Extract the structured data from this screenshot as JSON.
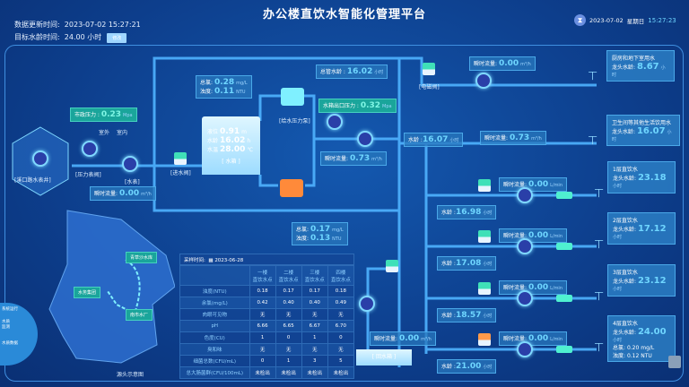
{
  "header": {
    "title": "办公楼直饮水智能化管理平台",
    "update_label": "数据更新时间:",
    "update_time": "2023-07-02 15:27:21",
    "target_label": "目标水龄时间:",
    "target_value": "24.00 小时",
    "set_button": "修改",
    "date": "2023-07-02",
    "weekday": "星期日",
    "clock": "15:27:23"
  },
  "left": {
    "city_pressure_label": "市政压力 :",
    "city_pressure": "0.23",
    "city_pressure_unit": "Mpa",
    "outdoor": "室外",
    "indoor": "室内",
    "meter_well": "[溪口路水表井]",
    "pressure_valve": "[压力表阀]",
    "water_meter": "[水表]",
    "inlet_valve": "[进水阀]",
    "flow_label": "瞬时流量:",
    "flow": "0.00",
    "flow_unit": "m³/h"
  },
  "tank": {
    "chlorine_label": "总氯:",
    "chlorine": "0.28",
    "chlorine_unit": "mg/L",
    "turbidity_label": "浊度:",
    "turbidity": "0.11",
    "turbidity_unit": "NTU",
    "level_label": "液位",
    "level": "0.91",
    "level_unit": "m",
    "age_label": "水龄",
    "age": "16.02",
    "age_unit": "h",
    "temp_label": "水温",
    "temp": "28.00",
    "temp_unit": "℃",
    "name": "[ 水箱 ]",
    "pump_name": "[给水压力泵]"
  },
  "outlet": {
    "total_age_label": "总管水龄 :",
    "total_age": "16.02",
    "total_age_unit": "小时",
    "pressure_label": "水箱出口压力 :",
    "pressure": "0.32",
    "pressure_unit": "Mpa",
    "flow_label": "瞬时流量:",
    "flow": "0.73",
    "flow_unit": "m³/h",
    "chlorine_label": "总氯:",
    "chlorine": "0.17",
    "chlorine_unit": "mg/L",
    "turbidity_label": "浊度:",
    "turbidity": "0.13",
    "turbidity_unit": "NTU"
  },
  "branches": {
    "kitchen": {
      "valve": "[电磁阀]",
      "flow_label": "瞬时流量:",
      "flow": "0.00",
      "flow_unit": "m³/h",
      "title": "厨房和地下室用水",
      "age_label": "龙头水龄:",
      "age": "8.67",
      "age_unit": "小时"
    },
    "toilet": {
      "pipe_age_label": "水龄 :",
      "pipe_age": "16.07",
      "pipe_age_unit": "小时",
      "flow_label": "瞬时流量:",
      "flow": "0.73",
      "flow_unit": "m³/h",
      "title": "卫生间等其他生活饮用水",
      "age_label": "龙头水龄:",
      "age": "16.07",
      "age_unit": "小时"
    },
    "floors": [
      {
        "pipe_age": "16.98",
        "flow": "0.00",
        "title": "1层直饮水",
        "age": "23.18"
      },
      {
        "pipe_age": "17.08",
        "flow": "0.00",
        "title": "2层直饮水",
        "age": "17.12"
      },
      {
        "pipe_age": "18.57",
        "flow": "0.00",
        "title": "3层直饮水",
        "age": "23.12"
      },
      {
        "pipe_age": "21.00",
        "flow": "0.00",
        "title": "4层直饮水",
        "age": "24.00",
        "chlorine_label": "总氯:",
        "chlorine": "0.20 mg/L",
        "turbidity_label": "浊度:",
        "turbidity": "0.12 NTU"
      }
    ],
    "floor_pipe_age_label": "水龄 :",
    "floor_flow_label": "瞬时流量:",
    "floor_flow_unit": "L/min",
    "floor_age_label": "龙头水龄:",
    "unit_hours": "小时"
  },
  "return": {
    "flow_label": "瞬时流量:",
    "flow": "0.00",
    "flow_unit": "m³/h",
    "tank": "[ 回水箱 ]"
  },
  "map": {
    "title": "源头示意图",
    "labels": [
      "青草沙水库",
      "水务集团",
      "南市水厂"
    ],
    "wheel": [
      "系统运行",
      "水质",
      "监测",
      "水质数据"
    ]
  },
  "table": {
    "date_label": "采样时间:",
    "date": "2023-06-28",
    "columns": [
      "一楼\n直饮水点",
      "二楼\n直饮水点",
      "三楼\n直饮水点",
      "四楼\n直饮水点"
    ],
    "rows": [
      {
        "name": "浊度(NTU)",
        "values": [
          "0.18",
          "0.17",
          "0.17",
          "0.18"
        ]
      },
      {
        "name": "余氯(mg/L)",
        "values": [
          "0.42",
          "0.40",
          "0.40",
          "0.49"
        ]
      },
      {
        "name": "肉眼可见物",
        "values": [
          "无",
          "无",
          "无",
          "无"
        ]
      },
      {
        "name": "pH",
        "values": [
          "6.66",
          "6.65",
          "6.67",
          "6.70"
        ]
      },
      {
        "name": "色度(CU)",
        "values": [
          "1",
          "0",
          "1",
          "0"
        ]
      },
      {
        "name": "臭和味",
        "values": [
          "无",
          "无",
          "无",
          "无"
        ]
      },
      {
        "name": "细菌总数(CFU/mL)",
        "values": [
          "0",
          "1",
          "3",
          "5"
        ]
      },
      {
        "name": "总大肠菌群(CFU/100mL)",
        "values": [
          "未检出",
          "未检出",
          "未检出",
          "未检出"
        ]
      }
    ]
  },
  "colors": {
    "pipe": "#4fb3ff",
    "value": "#6fd6ff",
    "teal": "#1aa59b"
  }
}
